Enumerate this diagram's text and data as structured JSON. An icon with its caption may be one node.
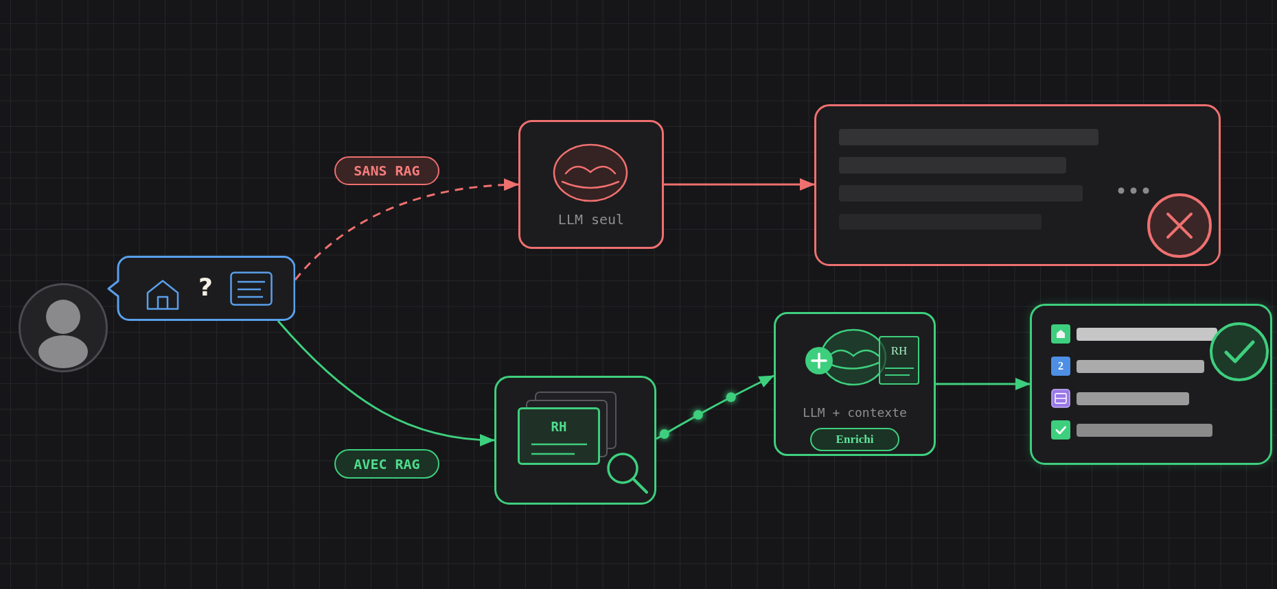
{
  "diagram": {
    "nodes": [
      {
        "text": [],
        "shape": "person"
      },
      {
        "text": [
          "?"
        ]
      },
      {
        "text": [
          "SANS RAG"
        ]
      },
      {
        "text": [
          "LLM seul"
        ]
      },
      {
        "text": [],
        "shape": "box"
      },
      {
        "text": [
          "AVEC RAG"
        ]
      },
      {
        "text": [],
        "shape": "box"
      },
      {
        "text": [
          "RH"
        ],
        "in": 6
      },
      {
        "text": [
          "LLM + contexte"
        ]
      },
      {
        "text": [
          "RH"
        ],
        "in": 8
      },
      {
        "text": [
          "Enrichi"
        ],
        "in": 8
      },
      {
        "text": [],
        "shape": "box"
      },
      {
        "text": [
          "2"
        ],
        "in": 11
      }
    ],
    "edges": [
      {
        "from": 1,
        "to": 3,
        "arrow": "to",
        "style": "dashed",
        "color": "#f07070"
      },
      {
        "from": 3,
        "to": 4,
        "arrow": "to",
        "color": "#f07070"
      },
      {
        "from": 1,
        "to": 6,
        "arrow": "to"
      },
      {
        "from": 6,
        "to": 8,
        "arrow": "to"
      },
      {
        "from": 8,
        "to": 11,
        "arrow": "to"
      }
    ]
  }
}
